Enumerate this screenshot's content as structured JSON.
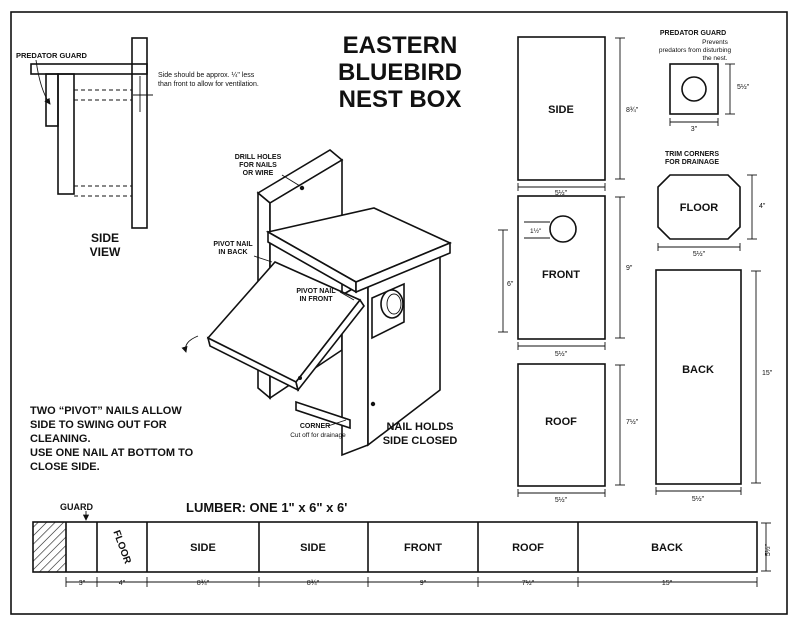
{
  "title": [
    "EASTERN",
    "BLUEBIRD",
    "NEST BOX"
  ],
  "side_view": {
    "guard_label": "PREDATOR GUARD",
    "note": [
      "Side should be approx. ¼\" less",
      "than front to allow for ventilation."
    ],
    "caption": [
      "SIDE",
      "VIEW"
    ]
  },
  "iso": {
    "drill_holes": [
      "DRILL HOLES",
      "FOR NAILS",
      "OR WIRE"
    ],
    "pivot_back": [
      "PIVOT NAIL",
      "IN BACK"
    ],
    "pivot_front": [
      "PIVOT NAIL",
      "IN FRONT"
    ],
    "corner": [
      "CORNER",
      "Cut off for drainage"
    ],
    "nail_holds": [
      "NAIL HOLDS",
      "SIDE CLOSED"
    ],
    "instructions": [
      "TWO “PIVOT” NAILS ALLOW",
      "SIDE TO SWING OUT FOR",
      "CLEANING.",
      "USE ONE NAIL AT BOTTOM TO",
      "CLOSE SIDE."
    ]
  },
  "parts": {
    "side": {
      "label": "SIDE",
      "height": "8¾\"",
      "width": "5½\""
    },
    "front": {
      "label": "FRONT",
      "height": "9\"",
      "width": "5½\"",
      "hole": "1½\"",
      "hole_height": "6\""
    },
    "roof": {
      "label": "ROOF",
      "height": "7½\"",
      "width": "5½\""
    },
    "back": {
      "label": "BACK",
      "height": "15\"",
      "width": "5½\""
    },
    "guard": {
      "title": "PREDATOR GUARD",
      "desc": [
        "Prevents",
        "predators from disturbing",
        "the nest."
      ],
      "height": "5½\"",
      "width": "3\""
    },
    "floor": {
      "label": "FLOOR",
      "note": [
        "TRIM CORNERS",
        "FOR DRAINAGE"
      ],
      "height": "4\"",
      "width": "5½\""
    }
  },
  "lumber": {
    "title": "LUMBER: ONE 1\" x 6\" x 6'",
    "guard_label": "GUARD",
    "board_height": "5½\"",
    "pieces": [
      {
        "label": "FLOOR",
        "dim": "4\""
      },
      {
        "label": "SIDE",
        "dim": "8¾\""
      },
      {
        "label": "SIDE",
        "dim": "8¾\""
      },
      {
        "label": "FRONT",
        "dim": "9\""
      },
      {
        "label": "ROOF",
        "dim": "7½\""
      },
      {
        "label": "BACK",
        "dim": "15\""
      }
    ],
    "guard_dim": "3\""
  }
}
